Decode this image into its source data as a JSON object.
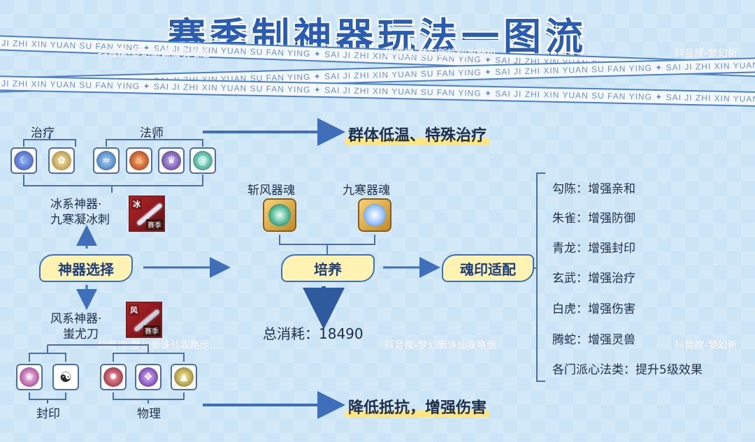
{
  "title": "赛季制神器玩法一图流",
  "ribbon_text": "✦ SAI JI ZHI XIN YUAN SU FAN YING ✦ SAI JI ZHI XIN YUAN SU FAN YING ✦ SAI JI ZHI XIN YUAN SU FAN YING ✦ SAI JI ZHI XIN YUAN SU FAN YING ✦ SAI JI ZHI XIN YUAN SU FAN YING ✦ SAI JI ZHI XIN YUAN SU FAN YING",
  "watermark": "抖音搜-梦幻新诛仙攻略组",
  "watermark_short": "抖音搜-梦幻新",
  "top_group": {
    "heal_label": "治疗",
    "mage_label": "法师",
    "result": "群体低温、特殊治疗",
    "weapon_name_line1": "冰系神器·",
    "weapon_name_line2": "九寒凝冰刺",
    "weapon_tag": "冰",
    "weapon_season": "赛季"
  },
  "bottom_group": {
    "seal_label": "封印",
    "physical_label": "物理",
    "result": "降低抵抗，增强伤害",
    "weapon_name_line1": "风系神器·",
    "weapon_name_line2": "蚩尤刀",
    "weapon_tag": "风",
    "weapon_season": "赛季"
  },
  "flow": {
    "select": "神器选择",
    "cultivate": "培养",
    "imprint": "魂印适配",
    "soul1": "斩风器魂",
    "soul2": "九寒器魂",
    "cost": "总消耗：18490"
  },
  "imprints": [
    "勾陈：增强亲和",
    "朱雀：增强防御",
    "青龙：增强封印",
    "玄武：增强治疗",
    "白虎：增强伤害",
    "腾蛇：增强灵兽",
    "各门派心法类：提升5级效果"
  ],
  "colors": {
    "accent": "#3e6fb8",
    "pill_fill": "#fff3b3",
    "highlight": "#ffe680"
  }
}
